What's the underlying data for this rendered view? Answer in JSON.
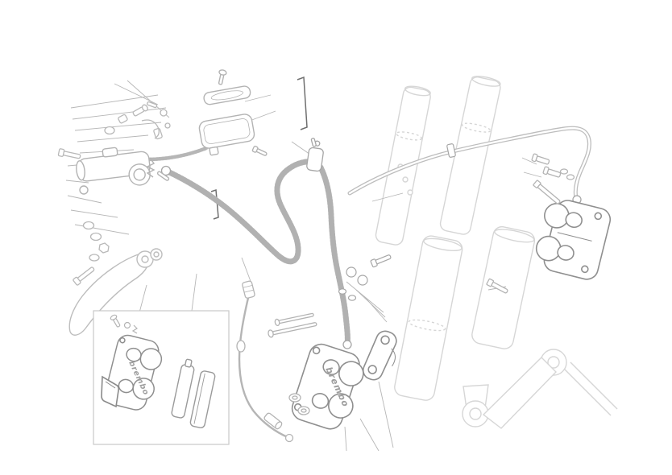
{
  "diagram": {
    "subject": "front-brake-system-exploded-parts-diagram",
    "brand_label": "brembo",
    "colors": {
      "background": "#ffffff",
      "line_faint": "#d6d6d6",
      "line_light": "#bdbdbd",
      "line_mid": "#a6a6a6",
      "line_dark": "#8f8f8f",
      "leader_line": "#b6b6b6",
      "brand_text": "#9e9e9e"
    },
    "parts": [
      "front-fork-leg-left",
      "front-fork-leg-right",
      "front-brake-caliper-right",
      "front-brake-caliper-center",
      "front-brake-caliper-inset",
      "brake-pads",
      "caliper-mounting-bracket",
      "brake-master-cylinder",
      "brake-lever",
      "fluid-reservoir",
      "reservoir-cap",
      "reservoir-hose",
      "brake-hose-main",
      "brake-hose-right",
      "hose-clamp-block",
      "speed-sensor-cable",
      "washers-and-bolts",
      "inset-detail-box",
      "callout-leader-lines"
    ]
  }
}
